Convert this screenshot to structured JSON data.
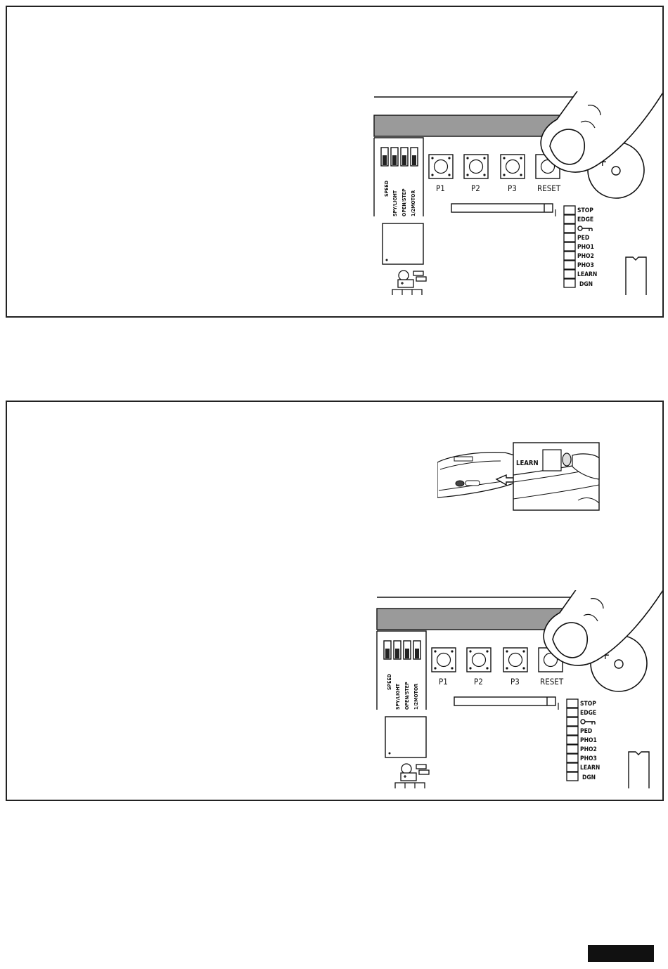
{
  "board": {
    "dip_labels": [
      "SPEED",
      "SPY/LIGHT",
      "OPEN/STEP",
      "1/2MOTOR"
    ],
    "buttons": [
      "P1",
      "P2",
      "P3",
      "RESET"
    ],
    "terminals": [
      "STOP",
      "EDGE",
      "",
      "PED",
      "PHO1",
      "PHO2",
      "PHO3",
      "LEARN",
      "DGN"
    ],
    "plus_sign": "+"
  },
  "inset": {
    "label": "LEARN"
  },
  "icons": {
    "finger": "finger-pointer-icon",
    "key": "key-icon",
    "arrow": "arrow-left-icon"
  }
}
